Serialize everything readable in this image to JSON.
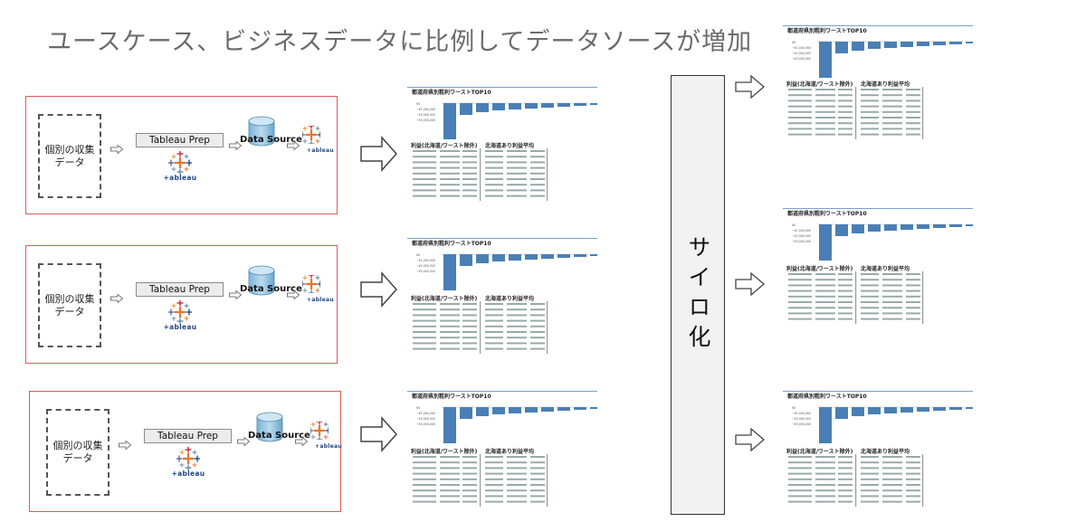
{
  "title": "ユースケース、ビジネスデータに比例してデータソースが増加",
  "flow": {
    "source_label_line1": "個別の収集",
    "source_label_line2": "データ",
    "prep_label": "Tableau Prep",
    "tableau_word": "+ableau",
    "datasource_label": "Data Source"
  },
  "dashboard": {
    "title": "都道府県別粗利ワーストTOP10",
    "left_subtitle": "利益(北海道/ワースト除外)",
    "right_subtitle": "北海道あり利益平均",
    "yticks": [
      "¥0",
      "−¥1,000,000",
      "−¥2,000,000",
      "−¥3,000,000"
    ]
  },
  "silo_label": "サイロ化",
  "colors": {
    "flow_border": "#e05a5a",
    "bar": "#4a7fb5",
    "title_text": "#6b6b6b"
  }
}
